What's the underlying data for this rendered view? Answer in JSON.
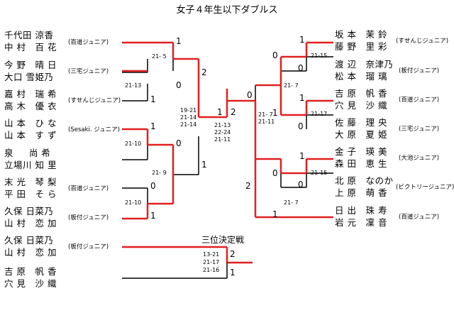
{
  "title": "女子４年生以下ダブルス",
  "playoff_label": "三位決定戦",
  "left": [
    {
      "names": [
        "千代田 涼香",
        "中 村　百 花"
      ],
      "club": "(百道ジュニア)"
    },
    {
      "names": [
        "今 野　晴 日",
        "大口 雪姫乃"
      ],
      "club": "(三宅ジュニア)"
    },
    {
      "names": [
        "嘉 村　瑞 希",
        "高 木　優 衣"
      ],
      "club": "(すせんじジュニア)"
    },
    {
      "names": [
        "山 本　ひ な",
        "山 本　す ず"
      ],
      "club": "(Sesaki. ジュニア)"
    },
    {
      "names": [
        "泉 　 尚 希",
        "立場川 知 里"
      ],
      "club": ""
    },
    {
      "names": [
        "末 光　琴 梨",
        "平 田　そ ら"
      ],
      "club": "(百道ジュニア)"
    },
    {
      "names": [
        "久保 日菜乃",
        "山 村　恋 加"
      ],
      "club": "(板付ジュニア)"
    }
  ],
  "right": [
    {
      "names": [
        "坂 本　茉 鈴",
        "藤 野　里 彩"
      ],
      "club": "(すせんじジュニア)"
    },
    {
      "names": [
        "渡 辺　奈津乃",
        "松 本　瑠 璃"
      ],
      "club": "(板付ジュニア)"
    },
    {
      "names": [
        "吉 原　帆 香",
        "穴 見　沙 織"
      ],
      "club": "(百道ジュニア)"
    },
    {
      "names": [
        "佐 藤　理 央",
        "大 原　夏 姫"
      ],
      "club": "(三宅ジュニア)"
    },
    {
      "names": [
        "金 子　瑛 美",
        "森 田　恵 生"
      ],
      "club": "(大池ジュニア)"
    },
    {
      "names": [
        "北 原　なのか",
        "上 原　萌 香"
      ],
      "club": "(ビクトリージュニア)"
    },
    {
      "names": [
        "日 出　珠 寿",
        "岩 元　凜 音"
      ],
      "club": "(百道ジュニア)"
    }
  ],
  "playoff": [
    {
      "names": [
        "久保 日菜乃",
        "山 村　恋 加"
      ],
      "club": "(板付ジュニア)"
    },
    {
      "names": [
        "吉 原　帆 香",
        "穴 見　沙 織"
      ],
      "club": ""
    }
  ],
  "ranks": {
    "l_r1a_top": "1",
    "l_r1a_bot": "0",
    "l_r1b_top": "0",
    "l_r1b_bot": "1",
    "l_r1c_top": "1",
    "l_r1c_bot": "0",
    "l_r1d_top": "0",
    "l_r1d_bot": "1",
    "l_r2a_top": "2",
    "l_r2b_bot": "1",
    "l_final": "1",
    "r_r1a_top": "1",
    "r_r1a_bot": "0",
    "r_r1b_top": "1",
    "r_r1b_bot": "0",
    "r_r1c_top": "1",
    "r_r1c_bot": "0",
    "r_qf1_top": "0",
    "r_qf1_bot": "1",
    "r_qf2_top": "0",
    "r_qf2_bot": "1",
    "r_semi_top": "0",
    "r_semi_bot": "2",
    "r_final": "2",
    "p_top": "2",
    "p_bot": "1"
  },
  "scores": {
    "l_r1a": "21- 5",
    "l_r1b": "21-13",
    "l_r1c": "21-10",
    "l_r1d": "21-10",
    "l_r2b": "21- 9",
    "l_semi": [
      "19-21",
      "21-14",
      "21-14"
    ],
    "final": [
      "21-13",
      "22-24",
      "21-11"
    ],
    "r_r1a": "21-15",
    "r_qf1": "21- 7",
    "r_r1b": "21-17",
    "r_semi": [
      "21- 7",
      "21-11"
    ],
    "r_r1c": "21-15",
    "r_qf2": "21- 7",
    "playoff": [
      "13-21",
      "21-17",
      "21-16"
    ]
  }
}
